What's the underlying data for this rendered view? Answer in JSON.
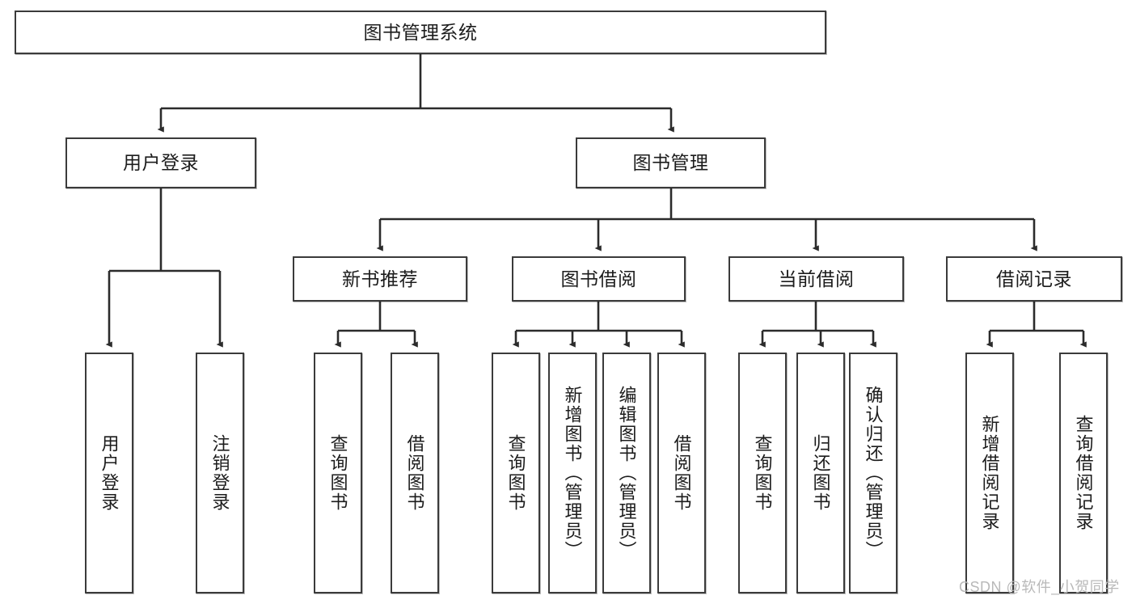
{
  "diagram": {
    "type": "hierarchy-tree",
    "title": "图书管理系统",
    "orientation": "top-down",
    "colors": {
      "box_border": "#3b3b3b",
      "box_fill": "#ffffff",
      "connector": "#2b2b2b",
      "text": "#1c1c1c",
      "watermark": "#b9b9b9"
    },
    "root": {
      "id": "root",
      "label": "图书管理系统",
      "text_direction": "horizontal"
    },
    "level2": [
      {
        "id": "user-login",
        "label": "用户登录",
        "text_direction": "horizontal"
      },
      {
        "id": "book-manage",
        "label": "图书管理",
        "text_direction": "horizontal"
      }
    ],
    "level3": [
      {
        "id": "new-book-recommend",
        "label": "新书推荐",
        "text_direction": "horizontal",
        "parent": "book-manage"
      },
      {
        "id": "book-borrow",
        "label": "图书借阅",
        "text_direction": "horizontal",
        "parent": "book-manage"
      },
      {
        "id": "current-borrow",
        "label": "当前借阅",
        "text_direction": "horizontal",
        "parent": "book-manage"
      },
      {
        "id": "borrow-record",
        "label": "借阅记录",
        "text_direction": "horizontal",
        "parent": "book-manage"
      }
    ],
    "leaves": {
      "user-login": [
        {
          "id": "leaf-user-login",
          "label": "用户登录"
        },
        {
          "id": "leaf-user-logout",
          "label": "注销登录"
        }
      ],
      "new-book-recommend": [
        {
          "id": "leaf-query-book-1",
          "label": "查询图书"
        },
        {
          "id": "leaf-borrow-book-1",
          "label": "借阅图书"
        }
      ],
      "book-borrow": [
        {
          "id": "leaf-query-book-2",
          "label": "查询图书"
        },
        {
          "id": "leaf-add-book",
          "label": "新增图书（管理员）"
        },
        {
          "id": "leaf-edit-book",
          "label": "编辑图书（管理员）"
        },
        {
          "id": "leaf-borrow-book-2",
          "label": "借阅图书"
        }
      ],
      "current-borrow": [
        {
          "id": "leaf-query-book-3",
          "label": "查询图书"
        },
        {
          "id": "leaf-return-book",
          "label": "归还图书"
        },
        {
          "id": "leaf-confirm-return",
          "label": "确认归还（管理员）"
        }
      ],
      "borrow-record": [
        {
          "id": "leaf-add-record",
          "label": "新增借阅记录"
        },
        {
          "id": "leaf-query-record",
          "label": "查询借阅记录"
        }
      ]
    }
  },
  "watermark": {
    "text": "CSDN @软件_小贺同学"
  }
}
